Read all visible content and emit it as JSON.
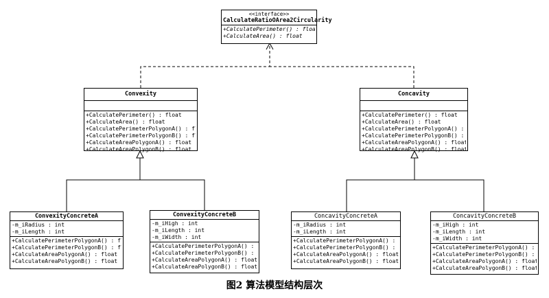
{
  "interface": {
    "stereotype": "<<interface>>",
    "name": "CalculateRatioOArea2Circularity",
    "operations": [
      "+CalculatePerimeter() : float",
      "+CalculateArea() : float"
    ]
  },
  "convexity": {
    "name": "Convexity",
    "operations": [
      "+CalculatePerimeter() : float",
      "+CalculateArea() : float",
      "+CalculatePerimeterPolygonA() : float",
      "+CalculatePerimeterPolygonB() : float",
      "+CalculateAreaPolygonA() : float",
      "+CalculateAreaPolygonB() : float"
    ]
  },
  "concavity": {
    "name": "Concavity",
    "operations": [
      "+CalculatePerimeter() : float",
      "+CalculateArea() : float",
      "+CalculatePerimeterPolygonA() : float",
      "+CalculatePerimeterPolygonB() : float",
      "+CalculateAreaPolygonA() : float",
      "+CalculateAreaPolygonB() : float"
    ]
  },
  "convexity_a": {
    "name": "ConvexityConcreteA",
    "attributes": [
      "-m_iRadius : int",
      "-m_iLength : int"
    ],
    "operations": [
      "+CalculatePerimeterPolygonA() : float",
      "+CalculatePerimeterPolygonB() : float",
      "+CalculateAreaPolygonA() : float",
      "+CalculateAreaPolygonB() : float"
    ]
  },
  "convexity_b": {
    "name": "ConvexityConcreteB",
    "attributes": [
      "-m_iHigh : int",
      "-m_iLength : int",
      "-m_iWidth : int"
    ],
    "operations": [
      "+CalculatePerimeterPolygonA() : float",
      "+CalculatePerimeterPolygonB() : float",
      "+CalculateAreaPolygonA() : float",
      "+CalculateAreaPolygonB() : float"
    ]
  },
  "concavity_a": {
    "name": "ConcavityConcreteA",
    "attributes": [
      "-m_iRadius : int",
      "-m_iLength : int"
    ],
    "operations": [
      "+CalculatePerimeterPolygonA() : float",
      "+CalculatePerimeterPolygonB() : float",
      "+CalculateAreaPolygonA() : float",
      "+CalculateAreaPolygonB() : float"
    ]
  },
  "concavity_b": {
    "name": "ConcavityConcreteB",
    "attributes": [
      "-m_iHigh : int",
      "-m_iLength : int",
      "-m_iWidth : int"
    ],
    "operations": [
      "+CalculatePerimeterPolygonA() : float",
      "+CalculatePerimeterPolygonB() : float",
      "+CalculateAreaPolygonA() : float",
      "+CalculateAreaPolygonB() : float"
    ]
  },
  "caption": "图2   算法模型结构层次"
}
